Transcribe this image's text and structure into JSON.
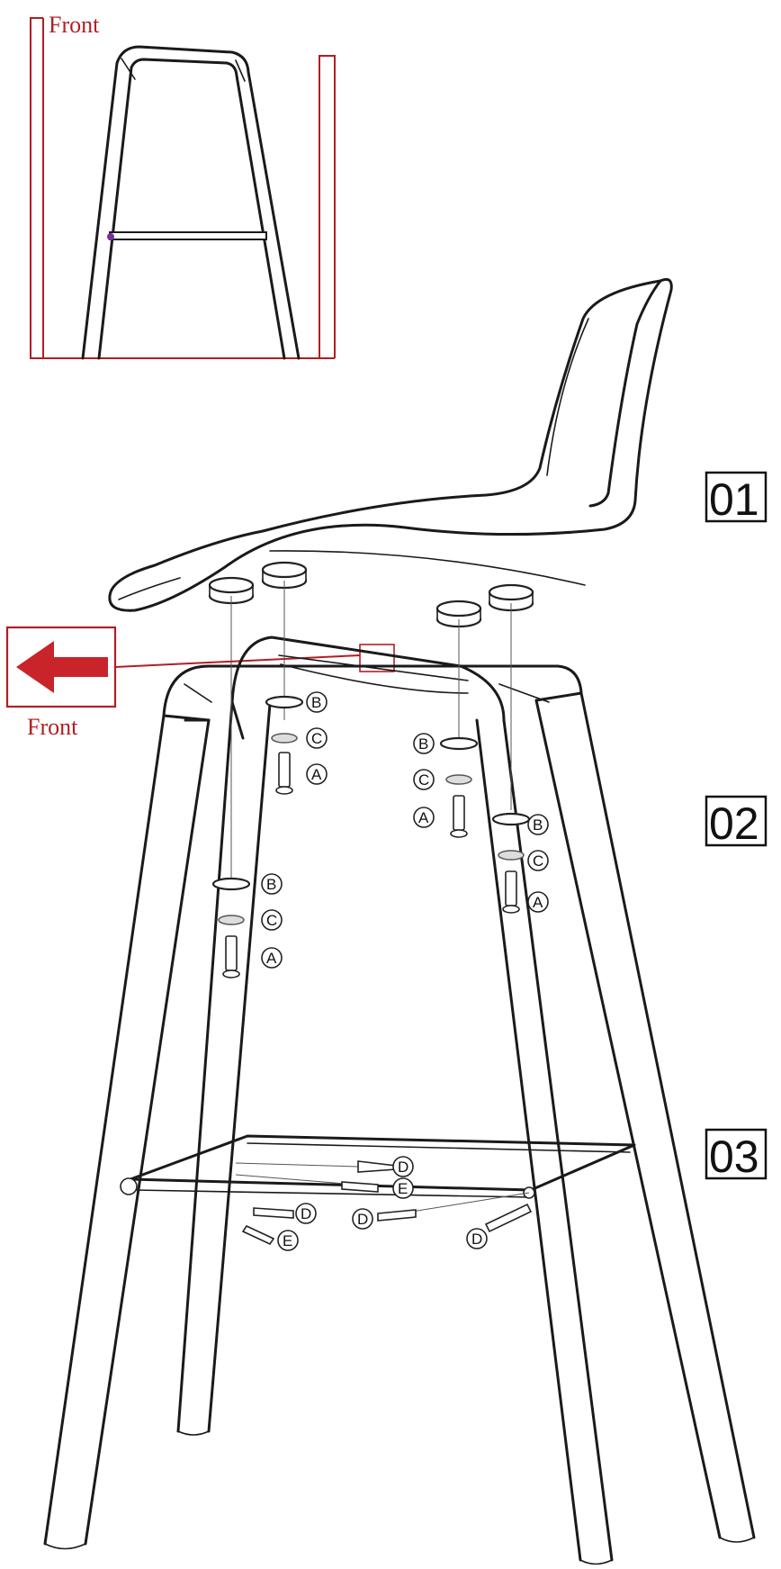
{
  "inset": {
    "front_label": "Front"
  },
  "direction": {
    "front_label": "Front"
  },
  "steps": [
    "01",
    "02",
    "03"
  ],
  "part_labels": {
    "a": "A",
    "b": "B",
    "c": "C",
    "d": "D",
    "e": "E"
  },
  "colors": {
    "accent": "#c8242a",
    "line": "#1a1a1a"
  }
}
